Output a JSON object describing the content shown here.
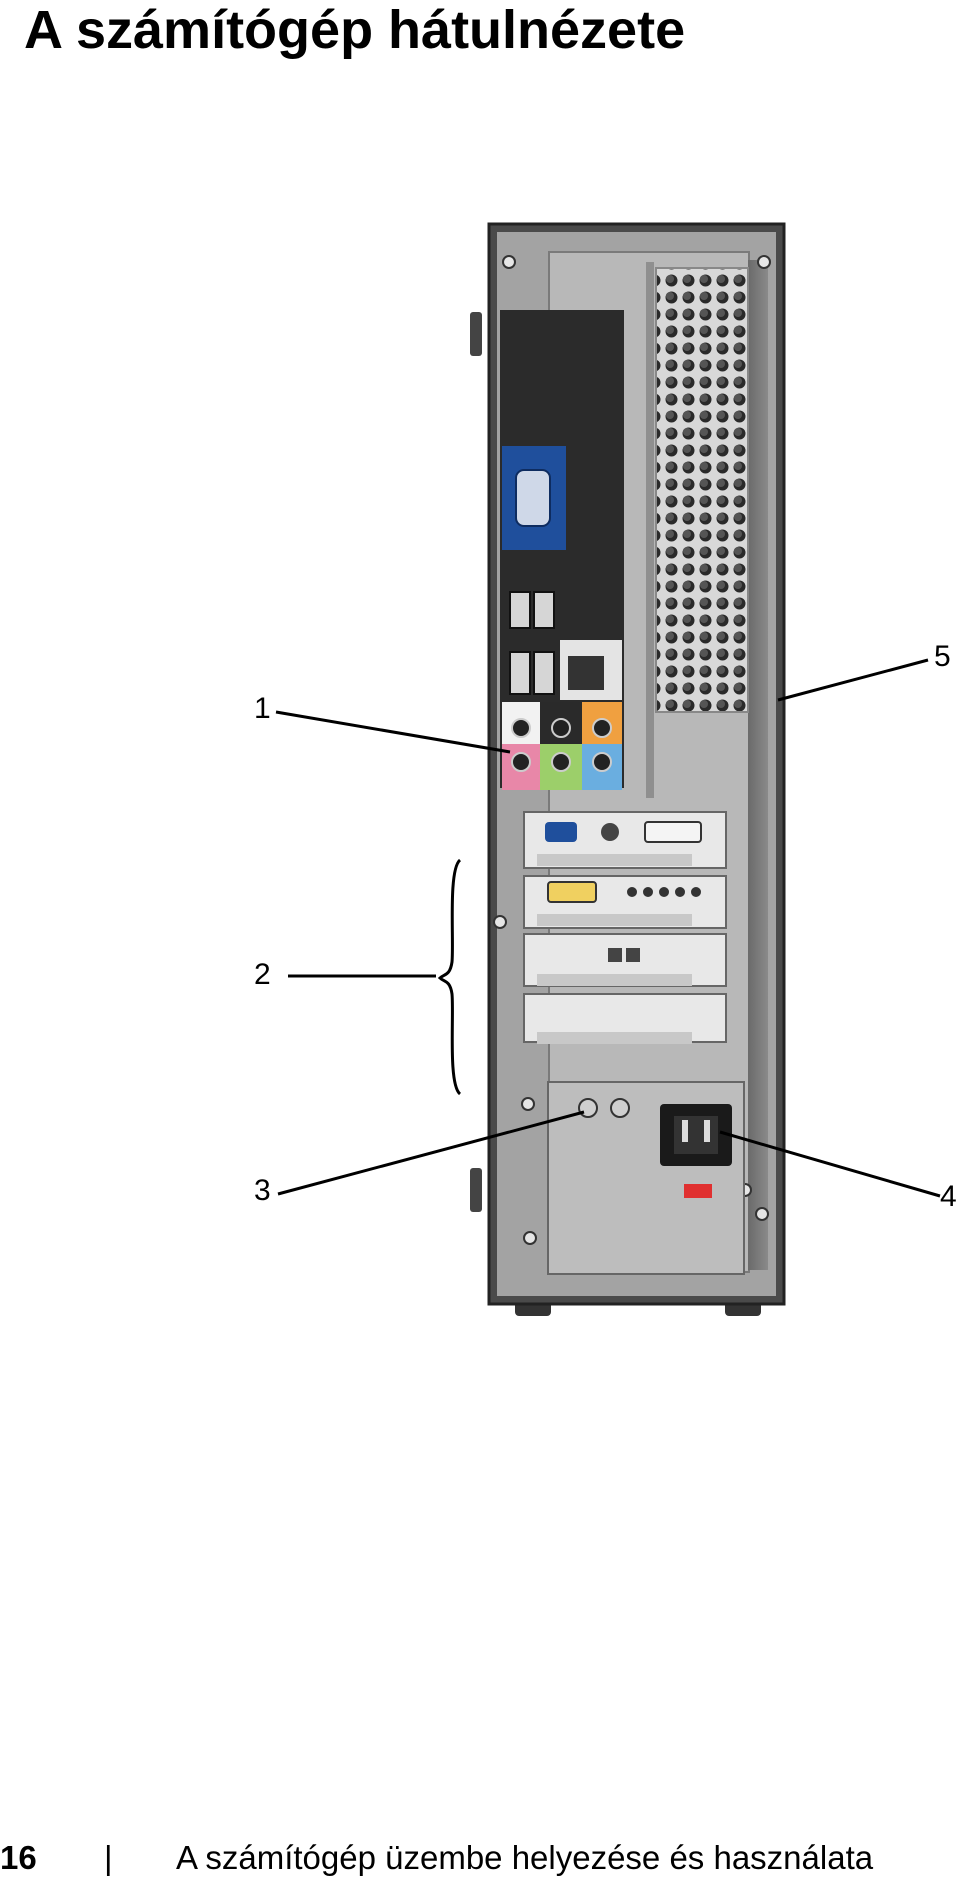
{
  "page": {
    "title": "A számítógép hátulnézete",
    "footer": {
      "page_number": "16",
      "separator": "|",
      "chapter_title": "A számítógép üzembe helyezése és használata"
    }
  },
  "figure": {
    "callouts": [
      {
        "id": "1",
        "label": "1"
      },
      {
        "id": "2",
        "label": "2"
      },
      {
        "id": "3",
        "label": "3"
      },
      {
        "id": "4",
        "label": "4"
      },
      {
        "id": "5",
        "label": "5"
      }
    ],
    "colors": {
      "chassis": "#9c9c9c",
      "chassis_dark": "#4a4a4a",
      "vga_blue": "#1f4f9c",
      "audio_pink": "#e887a8",
      "audio_green": "#9ccf6a",
      "audio_blue": "#6aaee0",
      "audio_orange": "#f0a040"
    }
  }
}
